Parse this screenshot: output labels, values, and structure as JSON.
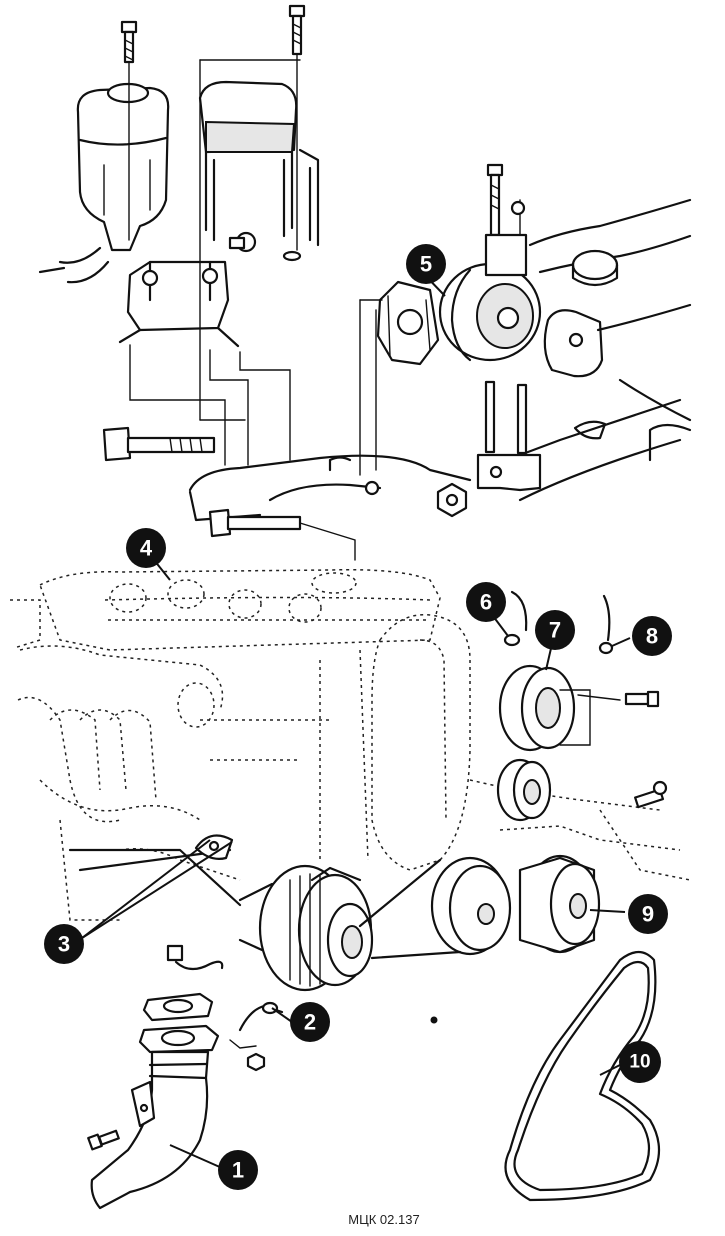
{
  "callouts": [
    "1",
    "2",
    "3",
    "4",
    "5",
    "6",
    "7",
    "8",
    "9",
    "10"
  ],
  "figure_code": "МЦК 02.137"
}
